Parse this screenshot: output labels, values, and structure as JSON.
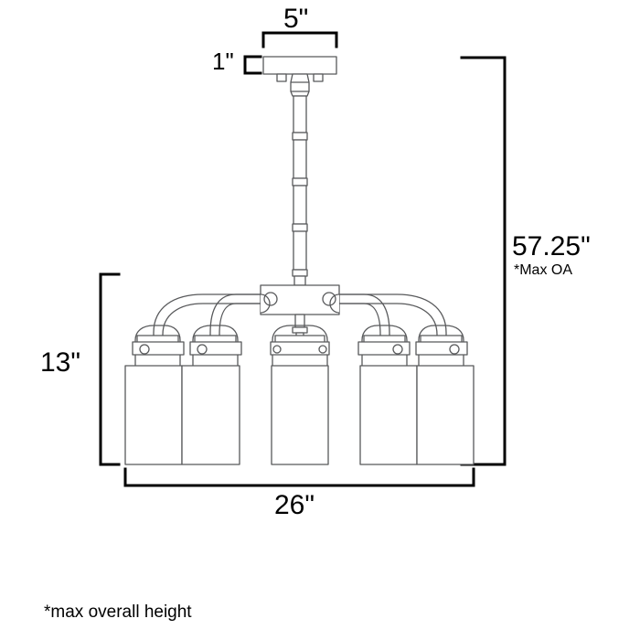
{
  "document": {
    "type": "product-dimension-drawing",
    "subject": "5-light linear chandelier",
    "background_color": "#ffffff",
    "line_color": "#58595b",
    "dimension_line_color": "#000000"
  },
  "dimensions": {
    "canopy_width": {
      "label": "5\"",
      "name": "canopy-width"
    },
    "canopy_height": {
      "label": "1\"",
      "name": "canopy-height"
    },
    "overall_height": {
      "label": "57.25\"",
      "note": "*Max OA",
      "name": "overall-height"
    },
    "fixture_height": {
      "label": "13\"",
      "name": "fixture-height"
    },
    "fixture_width": {
      "label": "26\"",
      "name": "fixture-width"
    }
  },
  "footnote": {
    "text": "*max overall height"
  },
  "fixture": {
    "shade_count": 5,
    "shades": [
      {
        "name": "shade-1"
      },
      {
        "name": "shade-2"
      },
      {
        "name": "shade-3"
      },
      {
        "name": "shade-4"
      },
      {
        "name": "shade-5"
      }
    ],
    "arms": 4,
    "stem_segments": 5
  }
}
